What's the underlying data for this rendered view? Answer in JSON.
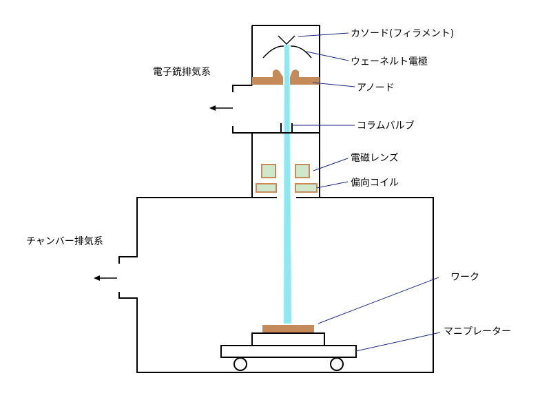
{
  "labels": {
    "cathode": "カソード(フィラメント)",
    "wehnelt": "ウェーネルト電極",
    "anode": "アノード",
    "column_valve": "コラムバルブ",
    "magnetic_lens": "電磁レンズ",
    "deflection_coil": "偏向コイル",
    "gun_exhaust": "電子銃排気系",
    "chamber_exhaust": "チャンバー排気系",
    "workpiece": "ワーク",
    "manipulator": "マニプレーター"
  },
  "colors": {
    "outline": "#000000",
    "leader": "#1a237e",
    "beam": "#8fe8f0",
    "anode": "#c48a5a",
    "lens_fill": "#cfe8cc",
    "lens_stroke": "#c48a5a",
    "work": "#c48a5a"
  }
}
